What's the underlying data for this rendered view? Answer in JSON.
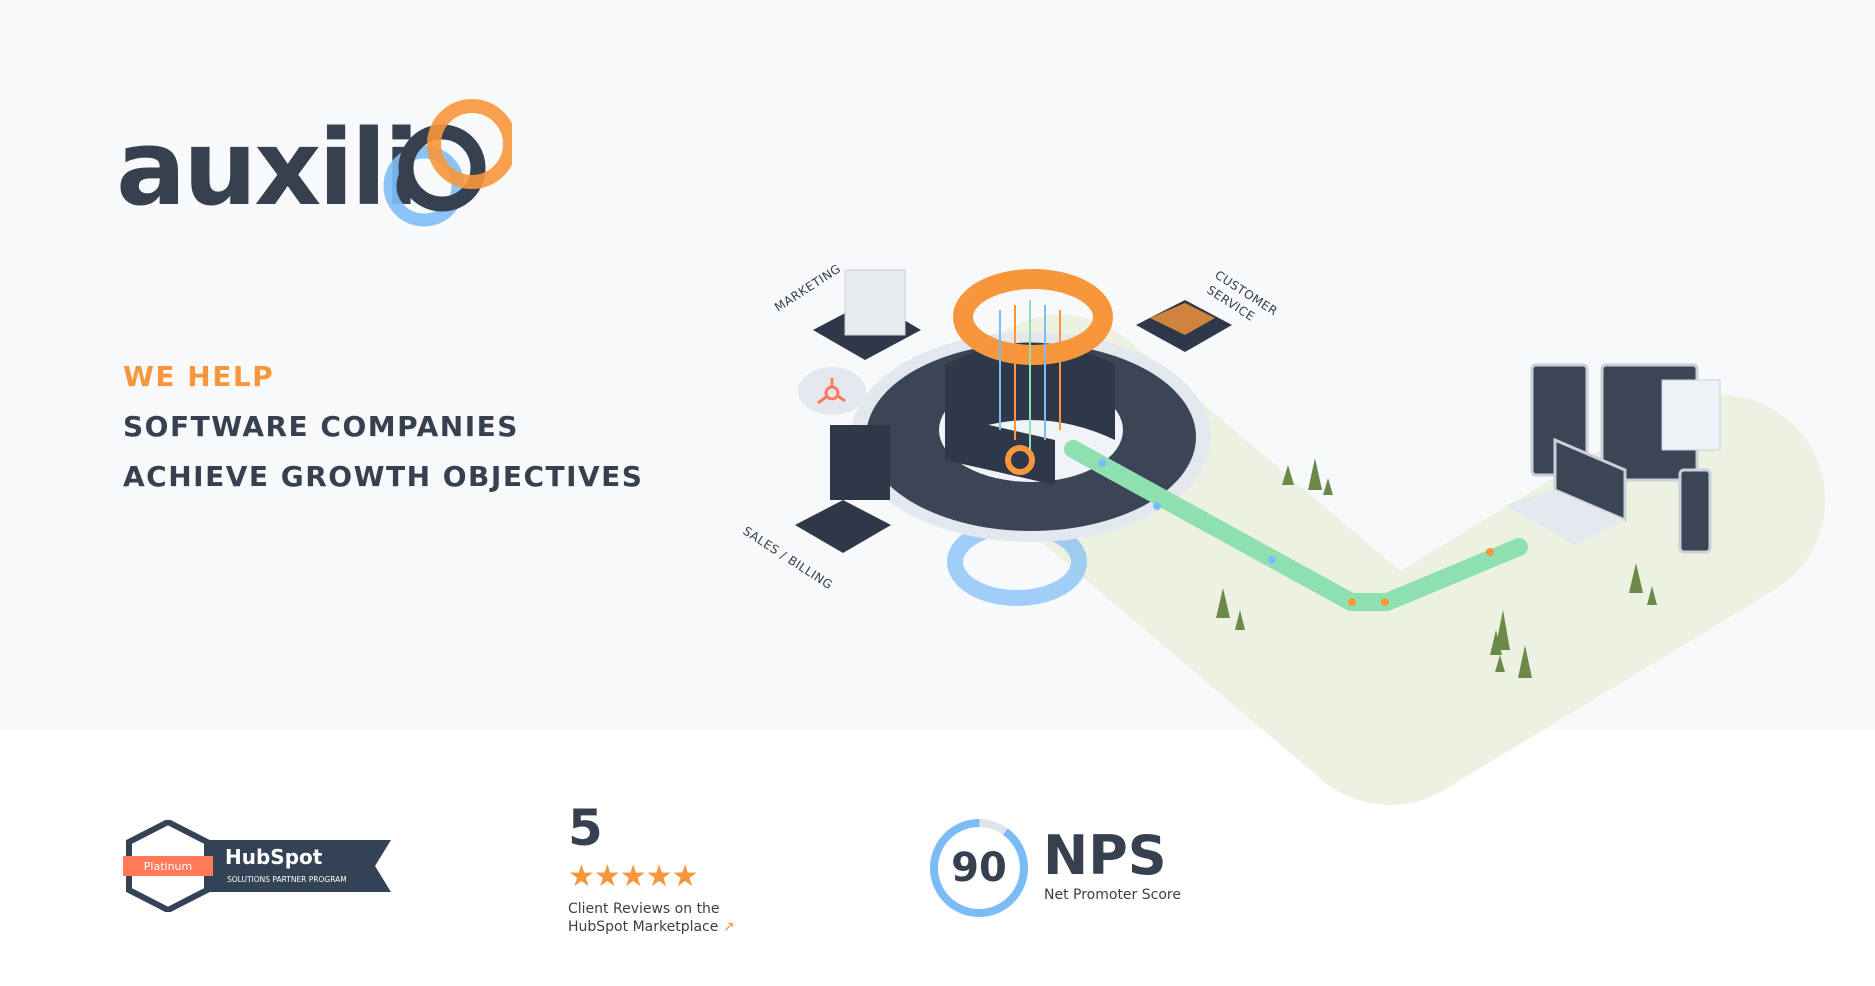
{
  "brand": {
    "logo_text": "auxilio",
    "colors": {
      "dark": "#37404f",
      "orange": "#f7963b",
      "blue": "#7cbcf6",
      "green": "#8ee0b1"
    }
  },
  "hero": {
    "tagline": [
      "WE HELP",
      "SOFTWARE COMPANIES",
      "ACHIEVE GROWTH OBJECTIVES"
    ]
  },
  "illustration": {
    "labels": {
      "marketing": "MARKETING",
      "customer_service_1": "CUSTOMER",
      "customer_service_2": "SERVICE",
      "sales": "SALES / BILLING"
    },
    "icons": [
      "hubspot-sprocket-icon"
    ]
  },
  "badges": {
    "hubspot": {
      "tier": "Platinum",
      "brand": "HubSpot",
      "program": "SOLUTIONS PARTNER PROGRAM"
    },
    "reviews": {
      "rating": "5",
      "stars": 5,
      "caption_1": "Client Reviews on the",
      "caption_2": "HubSpot Marketplace",
      "icon": "external-link-icon"
    },
    "nps": {
      "value": "90",
      "title": "NPS",
      "subtitle": "Net Promoter Score",
      "fill_percent": 90
    }
  }
}
